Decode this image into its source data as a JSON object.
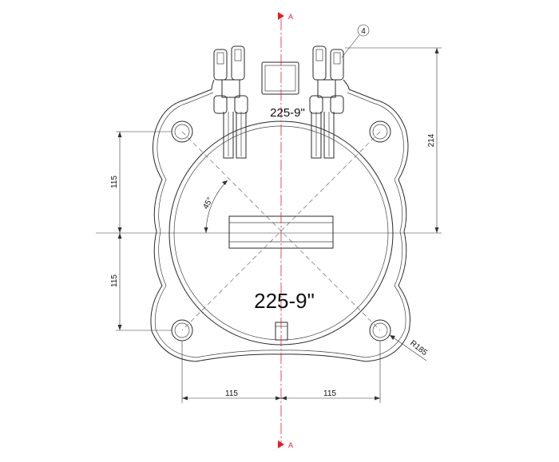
{
  "section_marker": {
    "top": "A",
    "bottom": "A"
  },
  "item_callout": "4",
  "labels": {
    "size_upper": "225-9\"",
    "size_main": "225-9\""
  },
  "dimensions": {
    "vertical_upper": "115",
    "vertical_lower": "115",
    "horizontal_left": "115",
    "horizontal_right": "115",
    "height_right": "214",
    "angle": "45°",
    "radius": "R185"
  },
  "colors": {
    "section_line": "#e0202a",
    "outline": "#2a2a2a"
  }
}
